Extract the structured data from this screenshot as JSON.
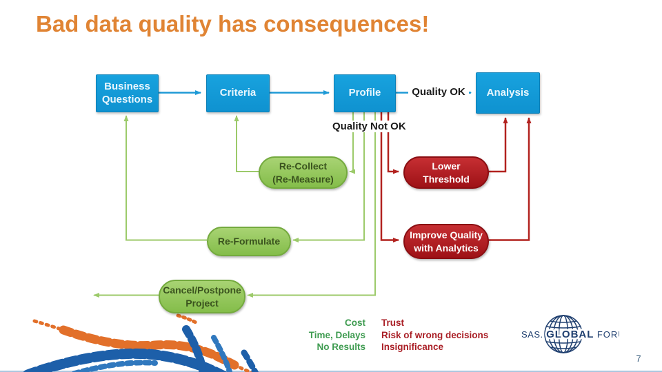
{
  "slide": {
    "title": "Bad data quality has consequences!"
  },
  "flowchart": {
    "nodes": {
      "business_questions": {
        "line1": "Business",
        "line2": "Questions"
      },
      "criteria": {
        "line1": "Criteria"
      },
      "profile": {
        "line1": "Profile"
      },
      "analysis": {
        "line1": "Analysis"
      },
      "re_collect": {
        "line1": "Re-Collect",
        "line2": "(Re-Measure)"
      },
      "re_formulate": {
        "line1": "Re-Formulate"
      },
      "cancel_postpone": {
        "line1": "Cancel/Postpone",
        "line2": "Project"
      },
      "lower_threshold": {
        "line1": "Lower",
        "line2": "Threshold"
      },
      "improve_quality": {
        "line1": "Improve Quality",
        "line2": "with Analytics"
      }
    },
    "edge_labels": {
      "quality_ok": "Quality OK",
      "quality_not_ok": "Quality Not OK"
    },
    "edges": [
      {
        "from": "business_questions",
        "to": "criteria",
        "color": "blue"
      },
      {
        "from": "criteria",
        "to": "profile",
        "color": "blue"
      },
      {
        "from": "profile",
        "to": "analysis",
        "color": "blue",
        "label": "Quality OK"
      },
      {
        "from": "profile",
        "to": "re_collect",
        "color": "green",
        "label": "Quality Not OK"
      },
      {
        "from": "profile",
        "to": "re_formulate",
        "color": "green",
        "label": "Quality Not OK"
      },
      {
        "from": "profile",
        "to": "cancel_postpone",
        "color": "green",
        "label": "Quality Not OK"
      },
      {
        "from": "profile",
        "to": "lower_threshold",
        "color": "red",
        "label": "Quality Not OK"
      },
      {
        "from": "profile",
        "to": "improve_quality",
        "color": "red",
        "label": "Quality Not OK"
      },
      {
        "from": "re_collect",
        "to": "criteria",
        "color": "green"
      },
      {
        "from": "re_formulate",
        "to": "business_questions",
        "color": "green"
      },
      {
        "from": "cancel_postpone",
        "to": "exit-left",
        "color": "green"
      },
      {
        "from": "lower_threshold",
        "to": "analysis",
        "color": "red"
      },
      {
        "from": "improve_quality",
        "to": "analysis",
        "color": "red"
      }
    ]
  },
  "outcomes": {
    "green": [
      "Cost",
      "Time, Delays",
      "No Results"
    ],
    "red": [
      "Trust",
      "Risk of wrong decisions",
      "Insignificance"
    ]
  },
  "footer": {
    "logo": {
      "sas": "SAS.",
      "global": "GLOBAL",
      "forum": "FORUM"
    },
    "page_number": "7"
  },
  "icons": {
    "globe": "globe-icon",
    "mosaic": "mosaic-decoration"
  },
  "colors": {
    "title_orange": "#E08434",
    "process_blue": "#1199D6",
    "arrow_blue": "#1E9AD6",
    "action_green_fill": "#8CC353",
    "line_green": "#9CCA6A",
    "risk_red_fill": "#B01E23",
    "line_red": "#B2221F",
    "outcome_green_text": "#3E9B50",
    "outcome_red_text": "#A91E25",
    "logo_navy": "#1F3F6F",
    "mosaic_orange": "#E2702A",
    "mosaic_blue": "#1D5FA9"
  }
}
